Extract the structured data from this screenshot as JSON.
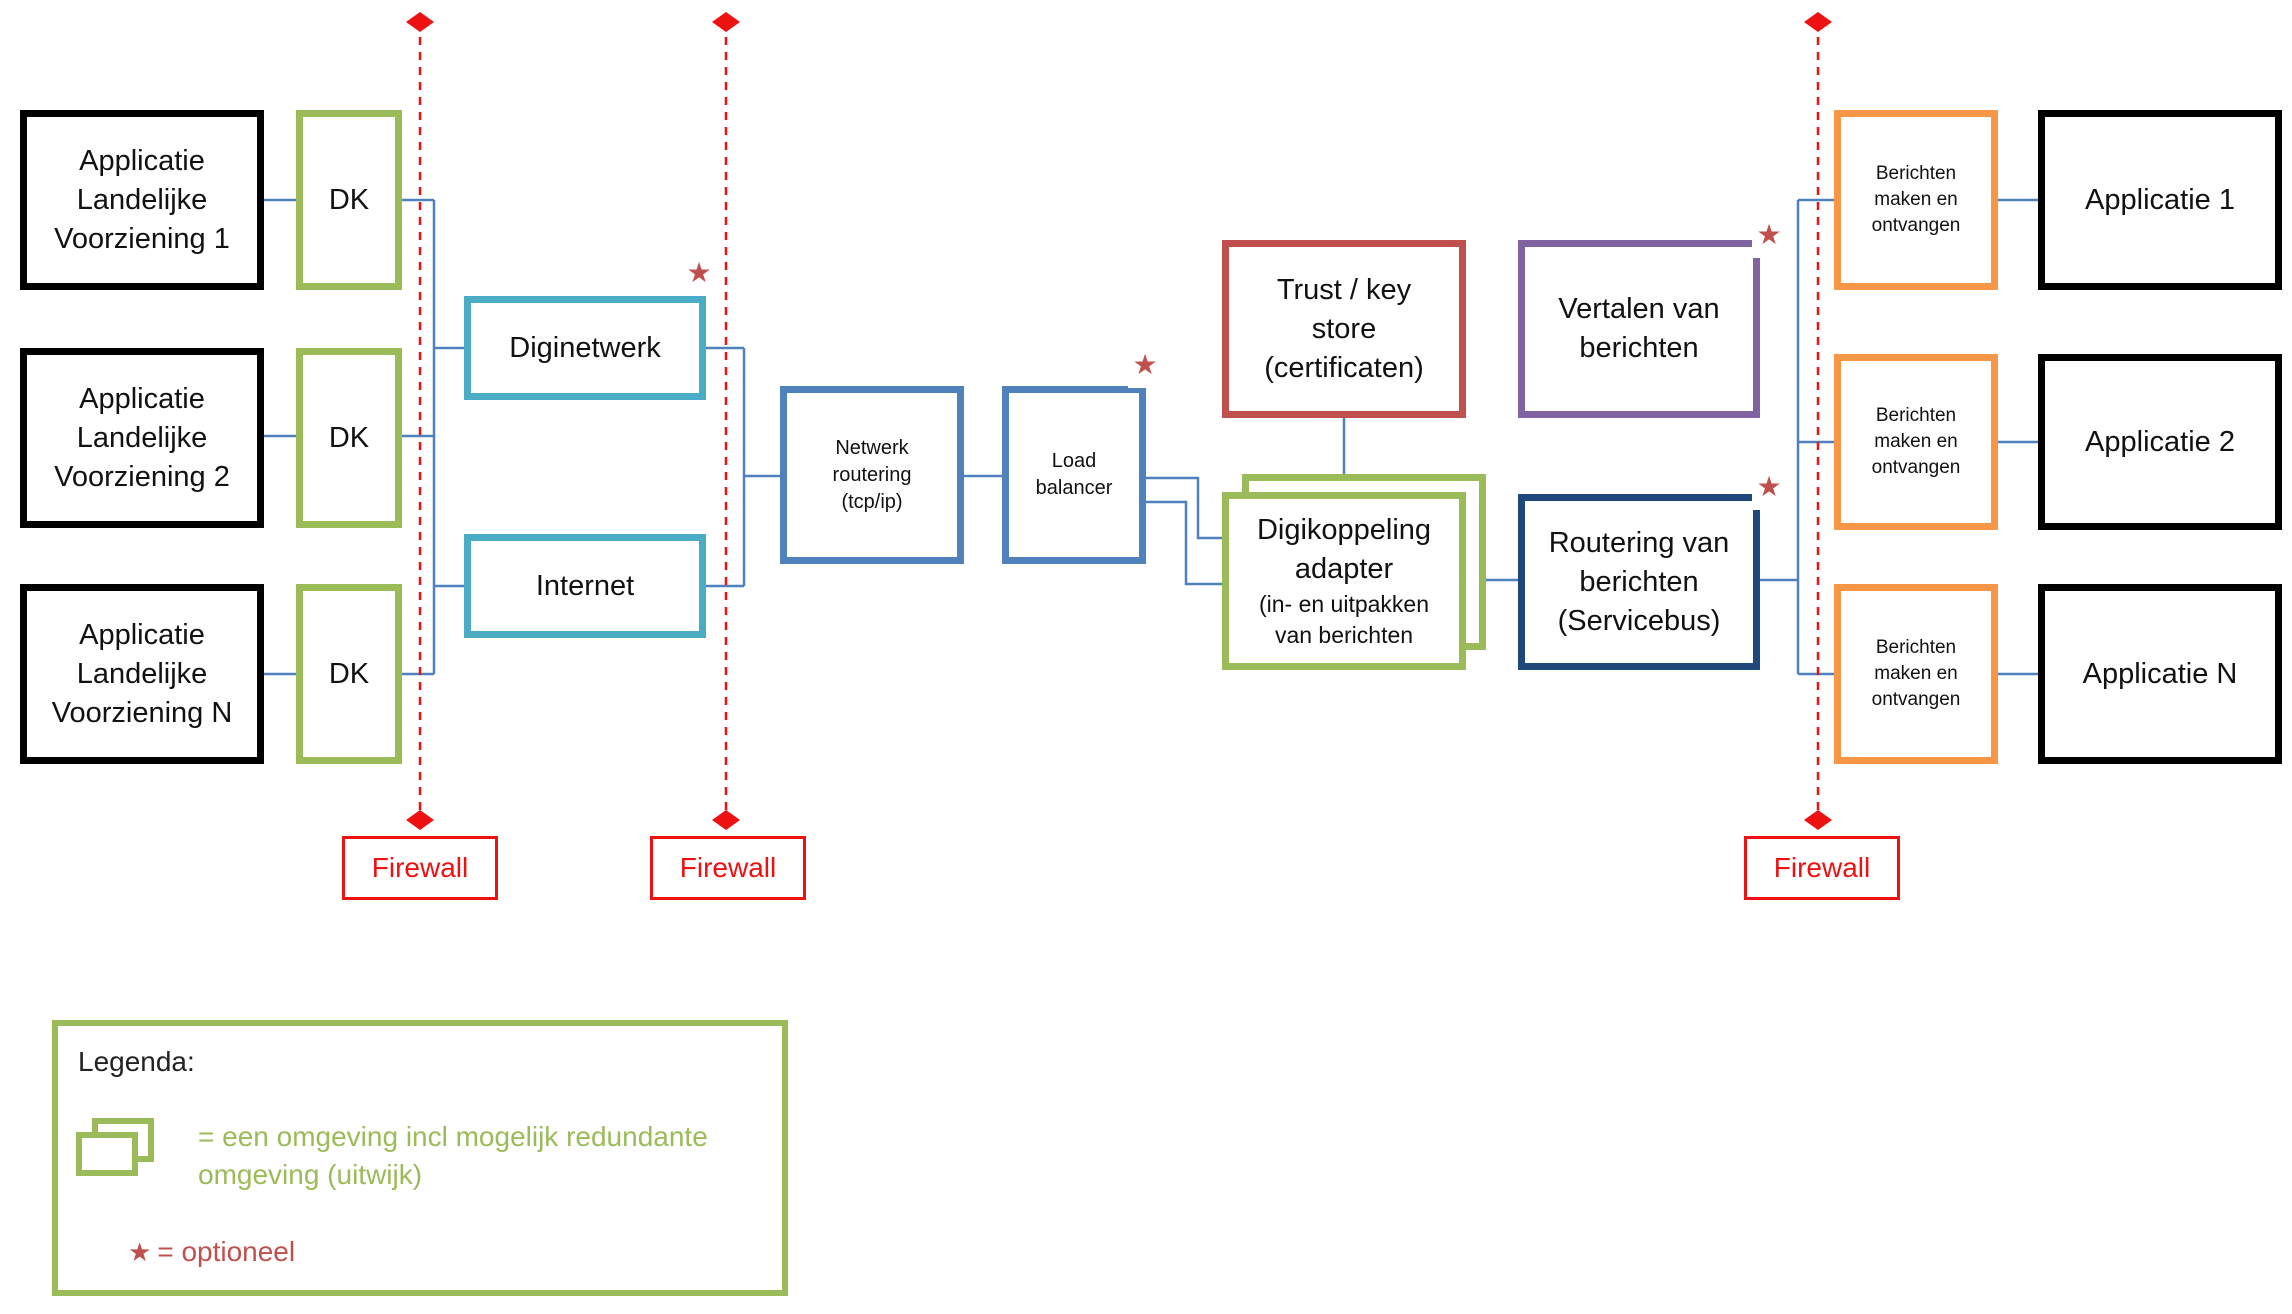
{
  "lv_apps": [
    {
      "lines": [
        "Applicatie",
        "Landelijke",
        "Voorziening 1"
      ]
    },
    {
      "lines": [
        "Applicatie",
        "Landelijke",
        "Voorziening 2"
      ]
    },
    {
      "lines": [
        "Applicatie",
        "Landelijke",
        "Voorziening N"
      ]
    }
  ],
  "dk_label": "DK",
  "diginetwerk": "Diginetwerk",
  "internet": "Internet",
  "netwerk_routering": [
    "Netwerk",
    "routering",
    "(tcp/ip)"
  ],
  "load_balancer": [
    "Load",
    "balancer"
  ],
  "trust_store": [
    "Trust / key",
    "store",
    "(certificaten)"
  ],
  "vertalen": [
    "Vertalen van",
    "berichten"
  ],
  "adapter": {
    "main": [
      "Digikoppeling",
      "adapter"
    ],
    "sub": [
      "(in- en uitpakken",
      "van berichten"
    ]
  },
  "routering": [
    "Routering van",
    "berichten",
    "(Servicebus)"
  ],
  "berichten": [
    "Berichten",
    "maken en",
    "ontvangen"
  ],
  "applicaties": [
    "Applicatie 1",
    "Applicatie 2",
    "Applicatie N"
  ],
  "firewall_label": "Firewall",
  "legend": {
    "title": "Legenda:",
    "env_text": [
      "= een omgeving incl mogelijk redundante",
      "omgeving (uitwijk)"
    ],
    "optional_text": "= optioneel"
  },
  "colors": {
    "black": "#000000",
    "green": "#9bbb59",
    "teal": "#4bacc6",
    "blue": "#4f81bd",
    "red_box": "#c0504d",
    "purple": "#8064a2",
    "navy": "#1f497d",
    "orange": "#f79646",
    "firewall": "#ee1111",
    "connector": "#4f81bd"
  },
  "icons": {
    "optional": "star-icon",
    "environment": "stacked-environment-icon"
  }
}
